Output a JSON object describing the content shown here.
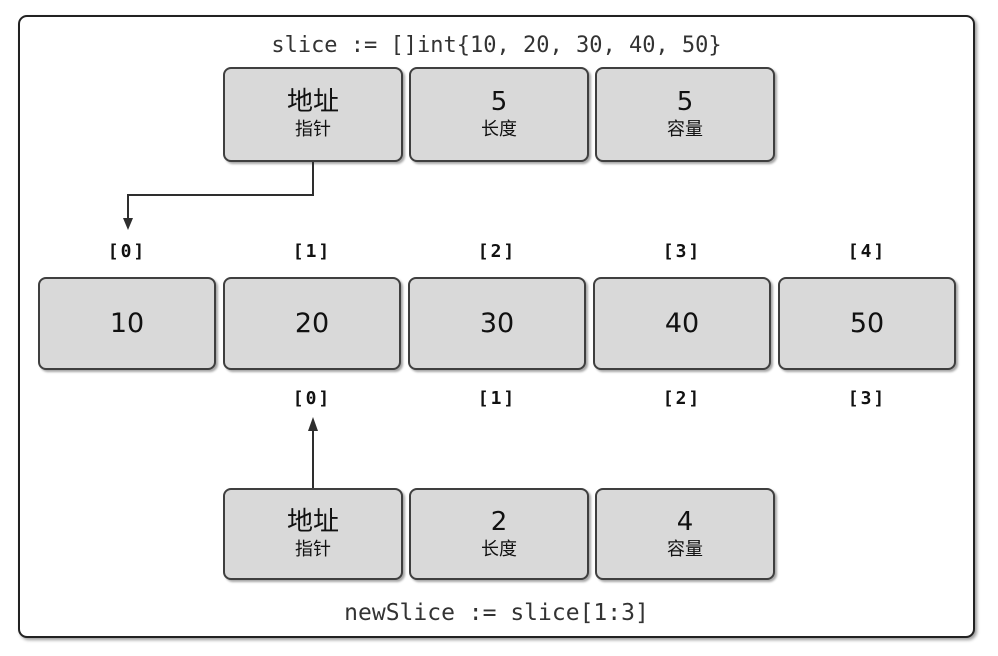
{
  "code": {
    "slice_declaration": "slice := []int{10, 20, 30, 40, 50}",
    "new_slice_declaration": "newSlice := slice[1:3]"
  },
  "slice_header": {
    "pointer": {
      "value": "地址",
      "label": "指针"
    },
    "length": {
      "value": "5",
      "label": "长度"
    },
    "capacity": {
      "value": "5",
      "label": "容量"
    }
  },
  "underlying_array": {
    "top_indices": [
      "[0]",
      "[1]",
      "[2]",
      "[3]",
      "[4]"
    ],
    "values": [
      "10",
      "20",
      "30",
      "40",
      "50"
    ],
    "bottom_indices": [
      "[0]",
      "[1]",
      "[2]",
      "[3]"
    ]
  },
  "new_slice_header": {
    "pointer": {
      "value": "地址",
      "label": "指针"
    },
    "length": {
      "value": "2",
      "label": "长度"
    },
    "capacity": {
      "value": "4",
      "label": "容量"
    }
  },
  "colors": {
    "box_fill": "#d9d9d9",
    "box_border": "#3f3f3f",
    "frame_border": "#222222",
    "arrow": "#2e2e2e",
    "text": "#1a1a1a"
  }
}
